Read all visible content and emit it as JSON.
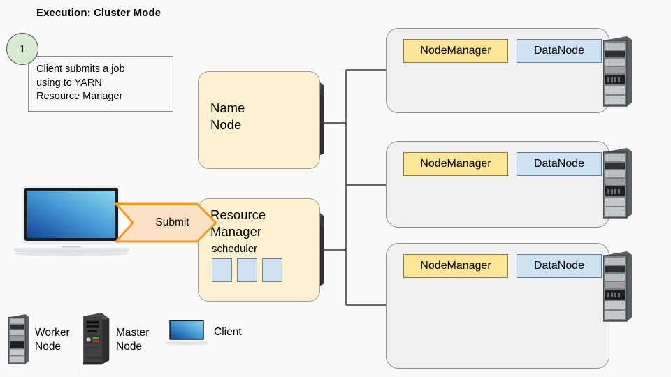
{
  "diagram": {
    "title": "Execution: Cluster Mode",
    "background_color": "#fafafa"
  },
  "step": {
    "number": "1",
    "text": "Client submits a job\nusing to YARN\nResource Manager",
    "circle_color": "#d9ead3"
  },
  "client": {
    "icon": "laptop-icon",
    "screen_color": "#1f6fc4"
  },
  "submit_arrow": {
    "label": "Submit",
    "fill_color": "#fbe0c4",
    "border_color": "#f29a1b"
  },
  "master_nodes": [
    {
      "label": "Name\nNode",
      "icon": "tower-server-icon",
      "fill_color": "#fdf1d0"
    },
    {
      "label": "Resource\nManager",
      "icon": "tower-server-icon",
      "fill_color": "#fdf1d0",
      "scheduler_label": "scheduler",
      "scheduler_slots": [
        "",
        "",
        ""
      ],
      "slot_color": "#cfe2f3"
    }
  ],
  "worker_nodes": [
    {
      "node_manager": "NodeManager",
      "data_node": "DataNode",
      "icon": "rack-server-icon"
    },
    {
      "node_manager": "NodeManager",
      "data_node": "DataNode",
      "icon": "rack-server-icon"
    },
    {
      "node_manager": "NodeManager",
      "data_node": "DataNode",
      "icon": "rack-server-icon"
    }
  ],
  "colors": {
    "node_manager": "#ffe599",
    "data_node": "#cfe2f3",
    "master_card": "#fdf1d0",
    "worker_card": "#f1f1f1"
  },
  "legend": [
    {
      "label": "Worker\nNode",
      "icon": "rack-server-icon"
    },
    {
      "label": "Master\nNode",
      "icon": "tower-server-icon"
    },
    {
      "label": "Client",
      "icon": "laptop-icon"
    }
  ]
}
